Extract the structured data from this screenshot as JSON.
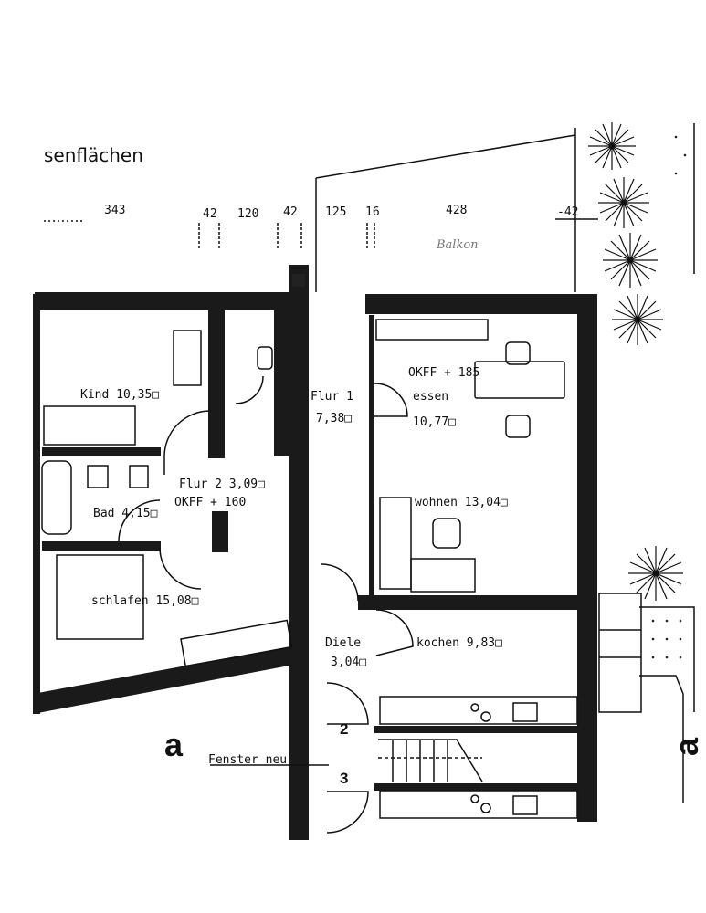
{
  "header": {
    "title": "senflächen"
  },
  "dimensions": [
    "343",
    "42",
    "120",
    "42",
    "125",
    "16",
    "428",
    "-42"
  ],
  "balcony_label": "Balkon",
  "rooms": {
    "kind": "Kind 10,35□",
    "flur1_name": "Flur 1",
    "flur1_area": "7,38□",
    "okff_185": "OKFF + 185",
    "essen_name": "essen",
    "essen_area": "10,77□",
    "flur2": "Flur 2  3,09□",
    "okff_160": "OKFF + 160",
    "bad": "Bad  4,15□",
    "wohnen": "wohnen 13,04□",
    "schlafen": "schlafen 15,08□",
    "diele_name": "Diele",
    "diele_area": "3,04□",
    "kochen": "kochen  9,83□"
  },
  "markers": {
    "two": "2",
    "three": "3",
    "section_left": "a",
    "section_right": "a",
    "window_note": "Fenster neu"
  },
  "colors": {
    "ink": "#111111",
    "wall": "#1a1a1a",
    "pencil": "#777777"
  }
}
